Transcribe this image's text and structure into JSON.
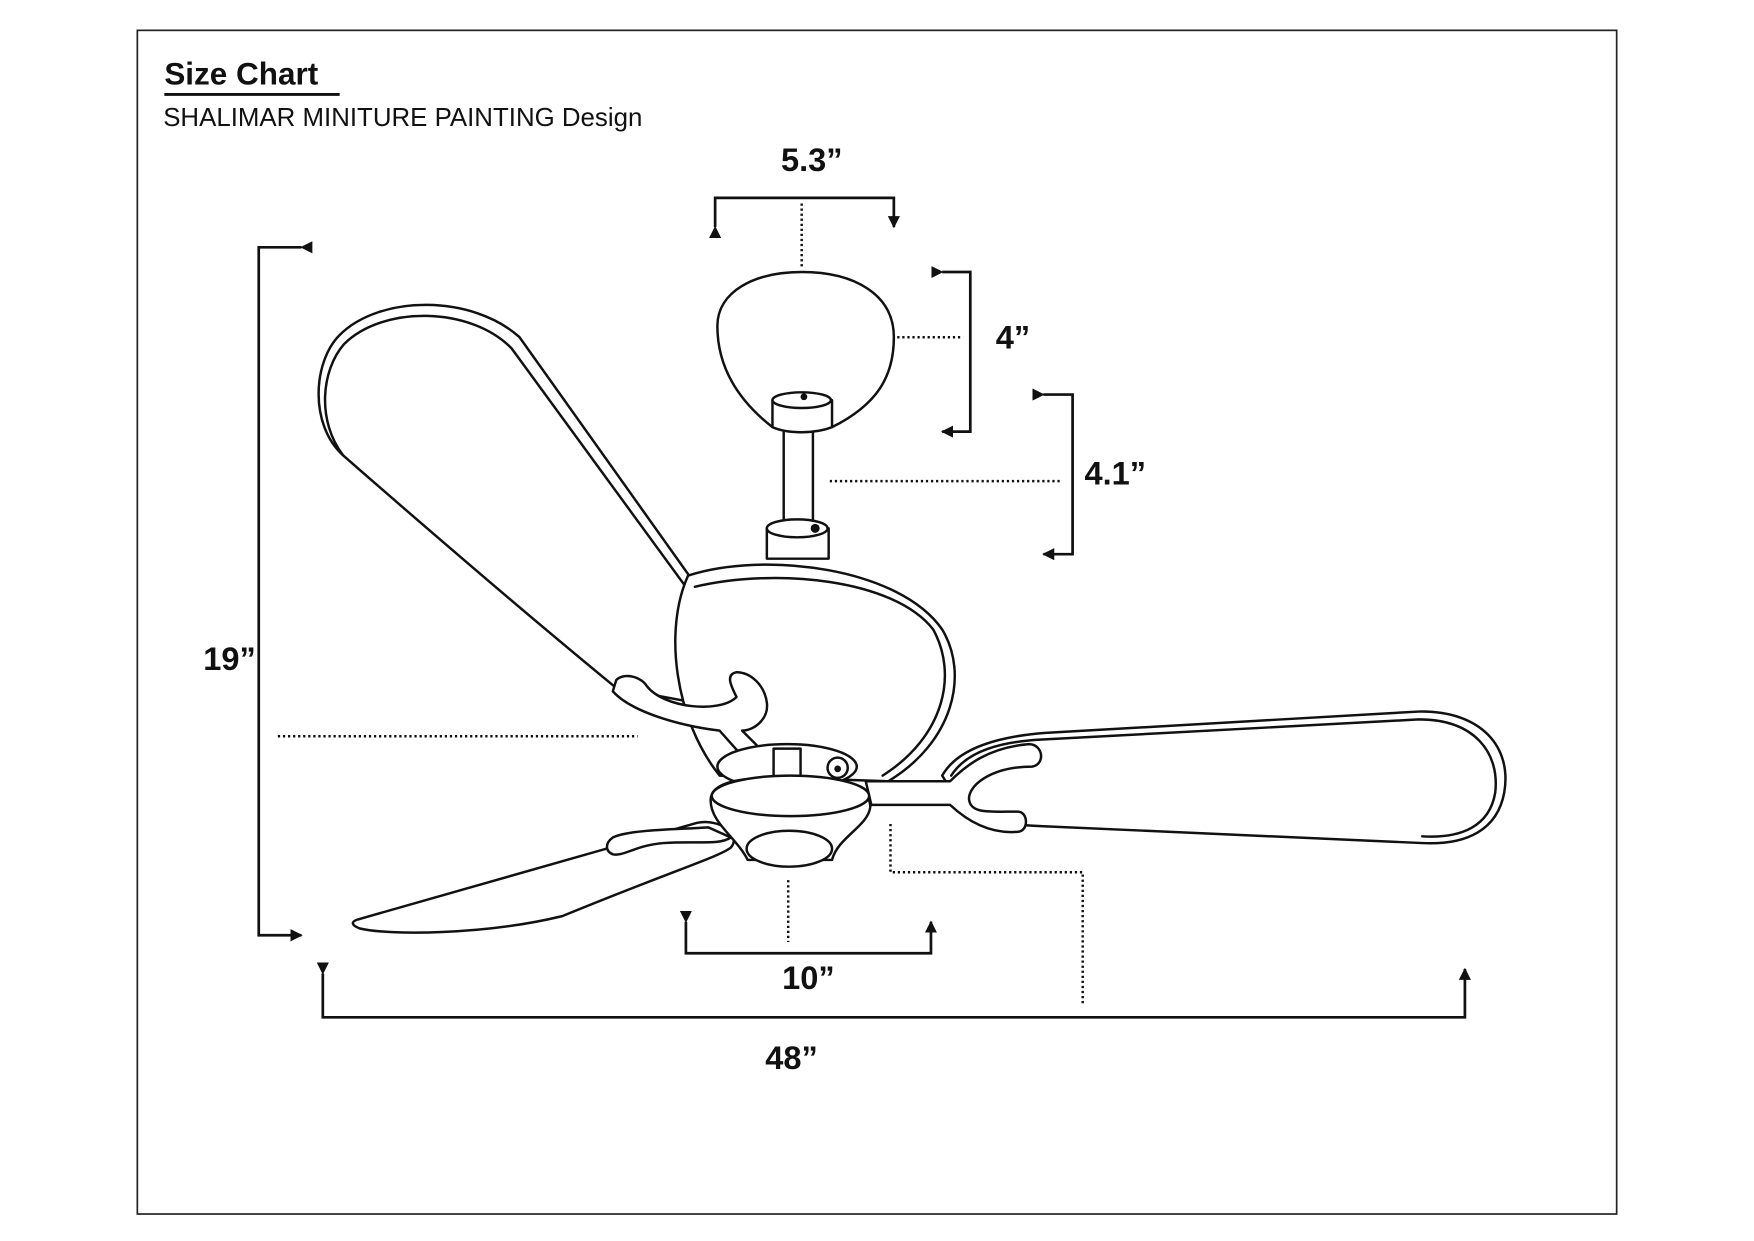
{
  "header": {
    "title": "Size Chart",
    "subtitle": "SHALIMAR MINITURE PAINTING Design"
  },
  "dimensions": {
    "canopy_width": "5.3”",
    "canopy_height": "4”",
    "downrod_length": "4.1”",
    "total_height": "19”",
    "hub_width": "10”",
    "sweep": "48”"
  }
}
